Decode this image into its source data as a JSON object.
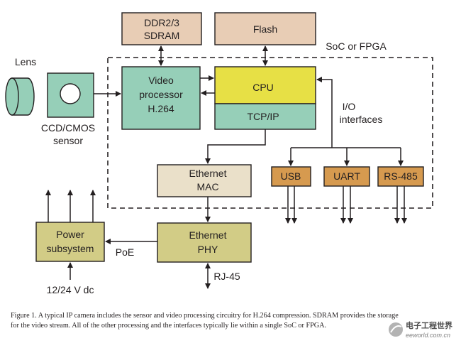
{
  "blocks": {
    "sdram": [
      "DDR2/3",
      "SDRAM"
    ],
    "flash": "Flash",
    "soc": "SoC or FPGA",
    "lens": "Lens",
    "sensor": [
      "CCD/CMOS",
      "sensor"
    ],
    "video": [
      "Video",
      "processor",
      "H.264"
    ],
    "cpu": "CPU",
    "tcpip": "TCP/IP",
    "io": [
      "I/O",
      "interfaces"
    ],
    "eth_mac": [
      "Ethernet",
      "MAC"
    ],
    "usb": "USB",
    "uart": "UART",
    "rs485": "RS-485",
    "power": [
      "Power",
      "subsystem"
    ],
    "poe": "PoE",
    "eth_phy": [
      "Ethernet",
      "PHY"
    ],
    "rj45": "RJ-45",
    "vdc": "12/24 V dc"
  },
  "caption": "Figure 1. A typical IP camera includes the sensor and video processing circuitry for H.264 compression. SDRAM provides the storage for the video stream. All of the other processing and the interfaces typically lie within a single SoC or FPGA.",
  "logo": {
    "brand": "电子工程世界",
    "url": "eeworld.com.cn"
  },
  "colors": {
    "tan": "#e8cdb5",
    "green": "#96cfb8",
    "yellow": "#e7e045",
    "cream": "#eae0c9",
    "orange": "#d69a4f",
    "olive": "#d2cc86"
  }
}
